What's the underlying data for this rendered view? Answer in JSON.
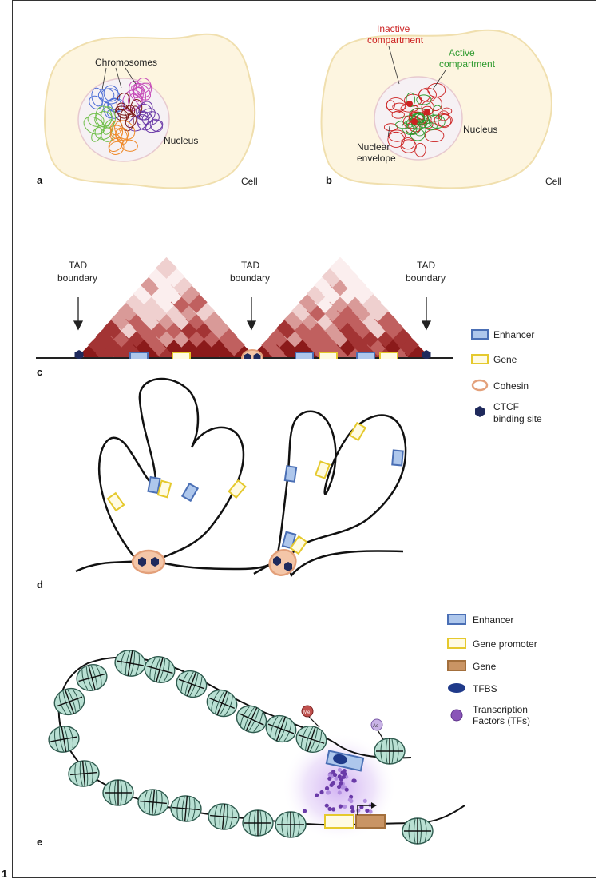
{
  "figure_number": "1",
  "panel_a": {
    "letter": "a",
    "chromosomes_label": "Chromosomes",
    "nucleus_label": "Nucleus",
    "cell_label": "Cell"
  },
  "panel_b": {
    "letter": "b",
    "inactive_line1": "Inactive",
    "inactive_line2": "compartment",
    "active_line1": "Active",
    "active_line2": "compartment",
    "nucleus_label": "Nucleus",
    "envelope_line1": "Nuclear",
    "envelope_line2": "envelope",
    "cell_label": "Cell"
  },
  "panel_c": {
    "letter": "c",
    "tad_line1": "TAD",
    "tad_line2": "boundary"
  },
  "legend_cd": {
    "enhancer": "Enhancer",
    "gene": "Gene",
    "cohesin": "Cohesin",
    "ctcf_line1": "CTCF",
    "ctcf_line2": "binding site"
  },
  "panel_d": {
    "letter": "d"
  },
  "panel_e": {
    "letter": "e",
    "me_label": "Me",
    "ac_label": "Ac"
  },
  "legend_e": {
    "enhancer": "Enhancer",
    "gene_promoter": "Gene promoter",
    "gene": "Gene",
    "tfbs": "TFBS",
    "tf_line1": "Transcription",
    "tf_line2": "Factors (TFs)"
  },
  "colors": {
    "cell_fill": "#fdf5e0",
    "cell_stroke": "#f0dfae",
    "inactive": "#cc2222",
    "active": "#2e9a2e",
    "tad_dark": "#8b1a1a",
    "enhancer_fill": "#aec7ec",
    "enhancer_stroke": "#4a6fb5",
    "gene_stroke": "#e5c92d",
    "cohesin_stroke": "#e3a07a",
    "ctcf": "#1f2a5c",
    "nucleosome": "#b9e0d3",
    "gene_body": "#c99464",
    "tf": "#8a55b8"
  }
}
